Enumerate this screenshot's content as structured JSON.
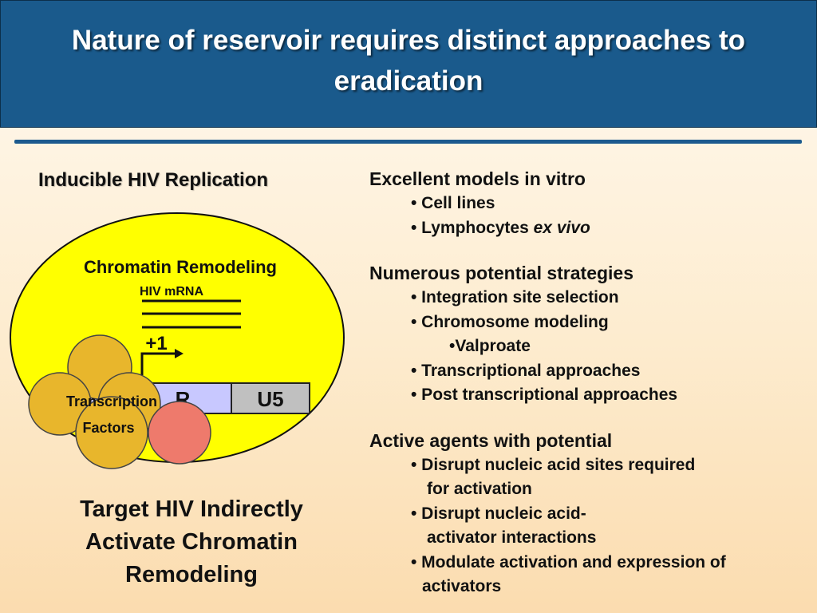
{
  "slide": {
    "title": "Nature of reservoir requires distinct approaches to eradication"
  },
  "left": {
    "heading": "Inducible HIV Replication",
    "diagram": {
      "chromatin_label": "Chromatin Remodeling",
      "mrna_label": "HIV mRNA",
      "start_label": "+1",
      "ltr_r_label": "R",
      "ltr_u5_label": "U5",
      "tf_label_line1": "Transcription",
      "tf_label_line2": "Factors",
      "colors": {
        "nucleus": "#ffff00",
        "factor": "#e8b62c",
        "factor_red": "#ee7a6c",
        "ltr_r": "#c8c8ff",
        "ltr_u5": "#c0c0c0"
      }
    },
    "caption_lines": [
      "Target HIV Indirectly",
      "Activate Chromatin",
      "Remodeling"
    ]
  },
  "right": {
    "sections": [
      {
        "heading": "Excellent models in vitro",
        "items": [
          "• Cell lines",
          "• Lymphocytes",
          "ex vivo"
        ]
      },
      {
        "heading": "Numerous potential strategies",
        "items": [
          "• Integration site selection",
          "• Chromosome modeling",
          "•Valproate",
          "• Transcriptional approaches",
          "• Post transcriptional approaches"
        ]
      },
      {
        "heading": "Active agents with potential",
        "items": [
          "• Disrupt nucleic acid sites required",
          "for activation",
          "• Disrupt nucleic acid-",
          "activator interactions",
          "• Modulate activation and expression of",
          "activators"
        ]
      }
    ]
  }
}
